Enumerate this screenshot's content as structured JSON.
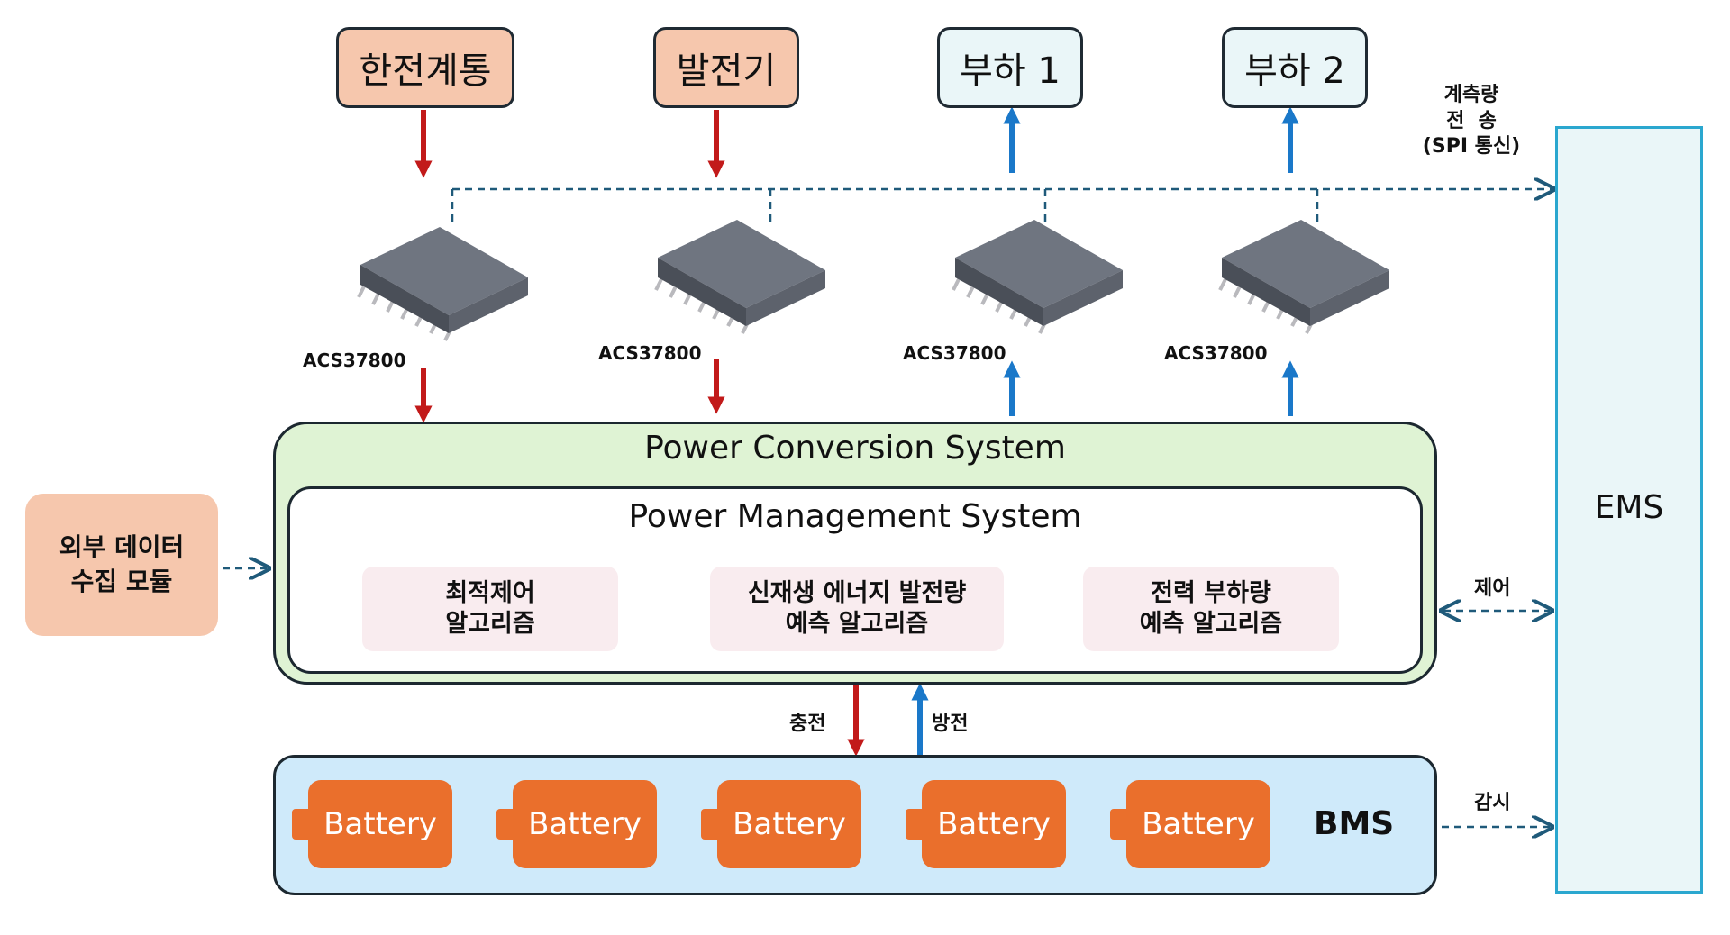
{
  "sources": [
    {
      "label": "한전계통",
      "style": "orange"
    },
    {
      "label": "발전기",
      "style": "orange"
    }
  ],
  "loads": [
    {
      "label": "부하 1",
      "style": "light"
    },
    {
      "label": "부하 2",
      "style": "light"
    }
  ],
  "sensors": [
    "ACS37800",
    "ACS37800",
    "ACS37800",
    "ACS37800"
  ],
  "measurement_transfer": [
    "계측량",
    "전  송",
    "(SPI 통신)"
  ],
  "pcs": {
    "title": "Power Conversion System"
  },
  "pms": {
    "title": "Power Management System",
    "algorithms": [
      [
        "최적제어",
        "알고리즘"
      ],
      [
        "신재생 에너지 발전량",
        "예측 알고리즘"
      ],
      [
        "전력 부하량",
        "예측 알고리즘"
      ]
    ]
  },
  "external_module": [
    "외부 데이터",
    "수집 모듈"
  ],
  "charge_label": "충전",
  "discharge_label": "방전",
  "batteries": [
    "Battery",
    "Battery",
    "Battery",
    "Battery",
    "Battery"
  ],
  "bms_label": "BMS",
  "ems_label": "EMS",
  "control_label": "제어",
  "monitor_label": "감시",
  "colors": {
    "inflow_arrow": "#c21a1a",
    "outflow_arrow": "#1a78c9",
    "comm_line": "#1f5a7a",
    "pcs_fill": "#dff3d4",
    "bms_fill": "#cfeafa",
    "battery_fill": "#ea6f2c",
    "ems_border": "#2aa7cf"
  }
}
